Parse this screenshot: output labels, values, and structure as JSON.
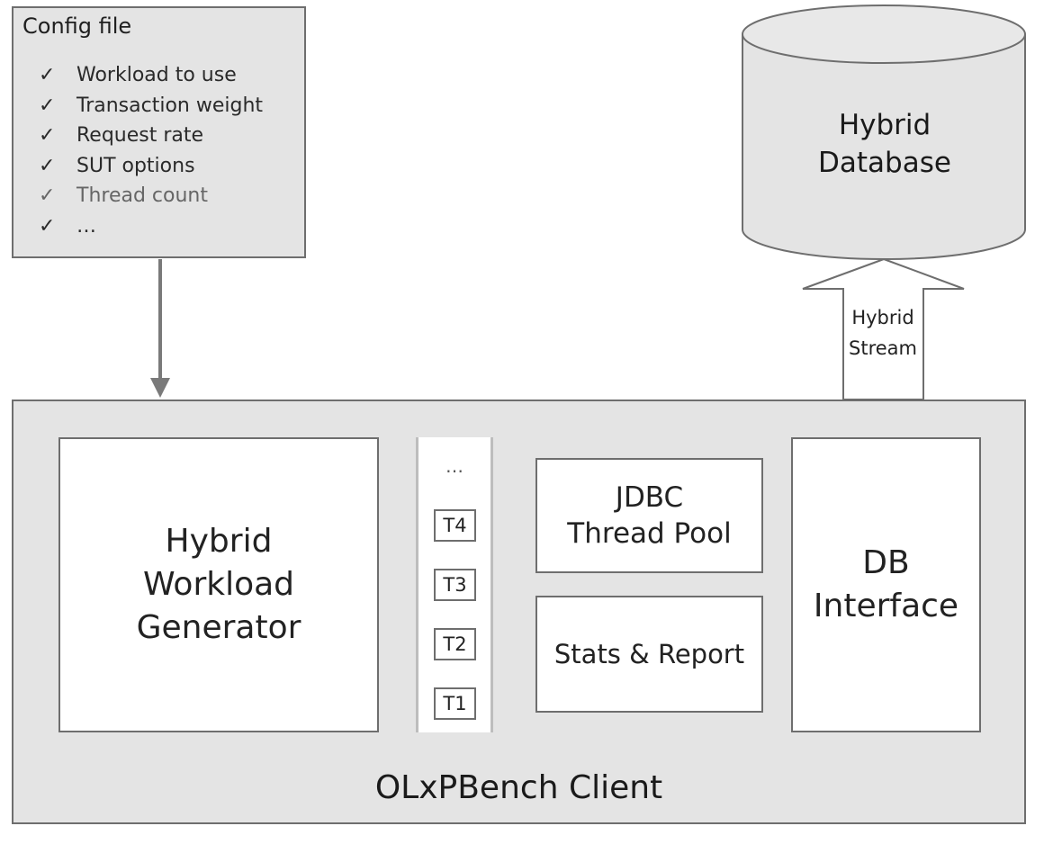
{
  "config": {
    "title": "Config file",
    "items": [
      {
        "check": "✓",
        "label": "Workload to use"
      },
      {
        "check": "✓",
        "label": "Transaction weight"
      },
      {
        "check": "✓",
        "label": "Request rate"
      },
      {
        "check": "✓",
        "label": "SUT options"
      },
      {
        "check": "✓",
        "label": "Thread count"
      },
      {
        "check": "✓",
        "label": "…"
      }
    ]
  },
  "database": {
    "line1": "Hybrid",
    "line2": "Database"
  },
  "stream": {
    "line1": "Hybrid",
    "line2": "Stream"
  },
  "client": {
    "label": "OLxPBench Client",
    "generator": {
      "line1": "Hybrid",
      "line2": "Workload",
      "line3": "Generator"
    },
    "threads": {
      "ellipsis": "…",
      "items": [
        "T4",
        "T3",
        "T2",
        "T1"
      ]
    },
    "jdbc": {
      "line1": "JDBC",
      "line2": "Thread Pool"
    },
    "stats": "Stats & Report",
    "db_interface": {
      "line1": "DB",
      "line2": "Interface"
    }
  },
  "colors": {
    "box_fill": "#e4e4e4",
    "border": "#6e6e6e",
    "arrow": "#7a7a7a",
    "inner_fill": "#ffffff"
  }
}
